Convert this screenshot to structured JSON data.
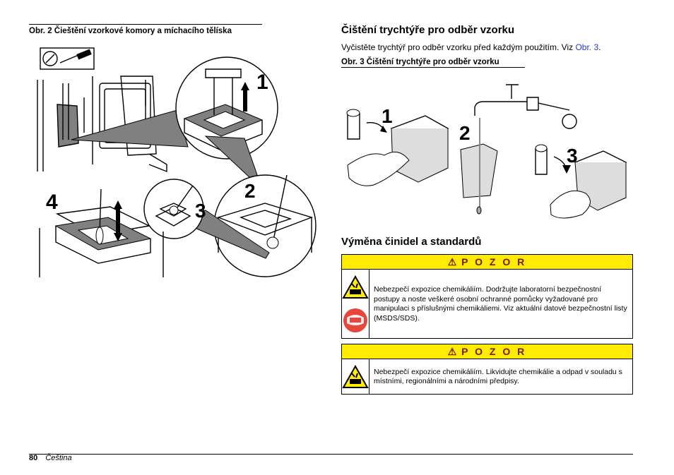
{
  "left": {
    "figure_caption": "Obr. 2  Čieštění vzorkové komory a míchacího tělíska",
    "step_numbers": [
      "1",
      "2",
      "3",
      "4"
    ]
  },
  "right": {
    "section1_title": "Čištění trychtýře pro odběr vzorku",
    "section1_text": "Vyčistěte trychtýř pro odběr vzorku před každým použitím. Viz ",
    "section1_link": "Obr. 3",
    "section1_text_end": ".",
    "figure_caption": "Obr. 3  Čištění trychtýře pro odběr vzorku",
    "figure_steps": [
      "1",
      "2",
      "3"
    ],
    "section2_title": "Výměna činidel a standardů",
    "warnings": [
      {
        "header": "P O Z O R",
        "text": "Nebezpečí expozice chemikáliím. Dodržujte laboratorní bezpečnostní postupy a noste veškeré osobní ochranné pomůcky vyžadované pro manipulaci s příslušnými chemikáliemi. Viz aktuální datové bezpečnostní listy (MSDS/SDS).",
        "icons": [
          "corrosive-hazard-icon",
          "protective-gear-icon"
        ]
      },
      {
        "header": "P O Z O R",
        "text": "Nebezpečí expozice chemikáliím. Likvidujte chemikálie a odpad v souladu s místními, regionálními a národními předpisy.",
        "icons": [
          "corrosive-hazard-icon"
        ]
      }
    ]
  },
  "footer": {
    "page_number": "80",
    "language": "Čeština"
  },
  "colors": {
    "warning_header_bg": "#ffec00",
    "warning_header_text": "#7a1600",
    "link": "#1a3fcf",
    "illustration_gray": "#808080",
    "protective_icon_red": "#e8453c"
  }
}
